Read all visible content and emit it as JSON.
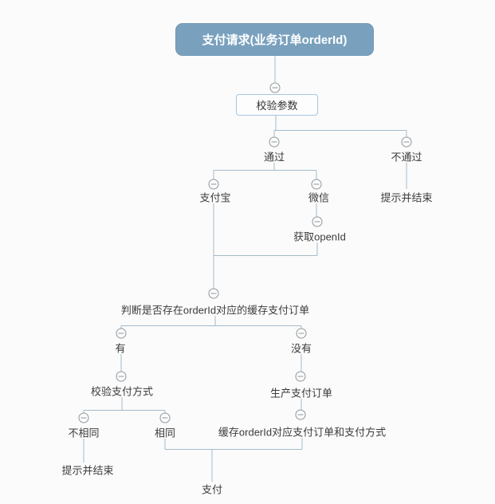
{
  "canvas": {
    "background": "#fbfbfb"
  },
  "colors": {
    "root_fill": "#79a1be",
    "root_text": "#ffffff",
    "box_bg": "#fdfdfd",
    "box_border": "#a6c6e2",
    "connector_line": "#a3bbcb",
    "label_text": "#3c3c3c",
    "collapse_icon_stroke": "#8f979c"
  },
  "icons": {
    "collapse": "minus-in-circle"
  },
  "diagram": {
    "root": {
      "label": "支付请求(业务订单orderId)"
    },
    "nodes": {
      "validate_params": {
        "label": "校验参数"
      },
      "pass": {
        "label": "通过"
      },
      "fail": {
        "label": "不通过"
      },
      "fail_end": {
        "label": "提示并结束"
      },
      "alipay": {
        "label": "支付宝"
      },
      "wechat": {
        "label": "微信"
      },
      "get_openid": {
        "label": "获取openId"
      },
      "check_cache": {
        "label": "判断是否存在orderId对应的缓存支付订单"
      },
      "has_cache": {
        "label": "有"
      },
      "no_cache": {
        "label": "没有"
      },
      "verify_pay_method": {
        "label": "校验支付方式"
      },
      "not_same": {
        "label": "不相同"
      },
      "same": {
        "label": "相同"
      },
      "not_same_end": {
        "label": "提示并结束"
      },
      "create_pay_order": {
        "label": "生产支付订单"
      },
      "cache_pay_order": {
        "label": "缓存orderId对应支付订单和支付方式"
      },
      "pay": {
        "label": "支付"
      }
    }
  }
}
